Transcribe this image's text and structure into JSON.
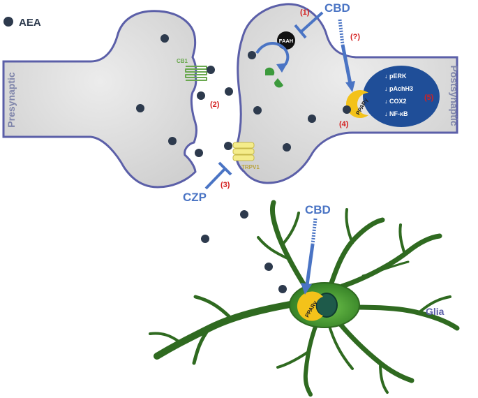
{
  "legend": {
    "aea": "AEA"
  },
  "labels": {
    "presynaptic": "Presynaptic",
    "postsynaptic": "Postsynaptic",
    "cb1": "CB1",
    "trpv1": "TRPV1",
    "faah": "FAAH",
    "ppar_neuron": "PPARγ",
    "ppar_glia": "PPARγ",
    "glia": "Glia"
  },
  "drugs": {
    "cbd_top": "CBD",
    "cbd_glia": "CBD",
    "czp": "CZP"
  },
  "steps": {
    "s1": "(1)",
    "s2": "(2)",
    "s3": "(3)",
    "s4": "(4)",
    "s5": "(5)",
    "sq": "(?)"
  },
  "nucleus_effects": [
    "↓ pERK",
    "↓ pAchH3",
    "↓ COX2",
    "↓ NF-κB"
  ],
  "colors": {
    "membrane": "#5b5fa8",
    "cytoplasm": "#dedede",
    "aea_dot": "#2d3a4d",
    "drug_blue": "#4a74c4",
    "step_red": "#d42020",
    "nucleus": "#1f4e98",
    "ppar_yellow": "#f3c21a",
    "cb1_green": "#6aa84f",
    "trpv1_yellow": "#f4ec8a",
    "glia_green": "#3f8a2e"
  }
}
